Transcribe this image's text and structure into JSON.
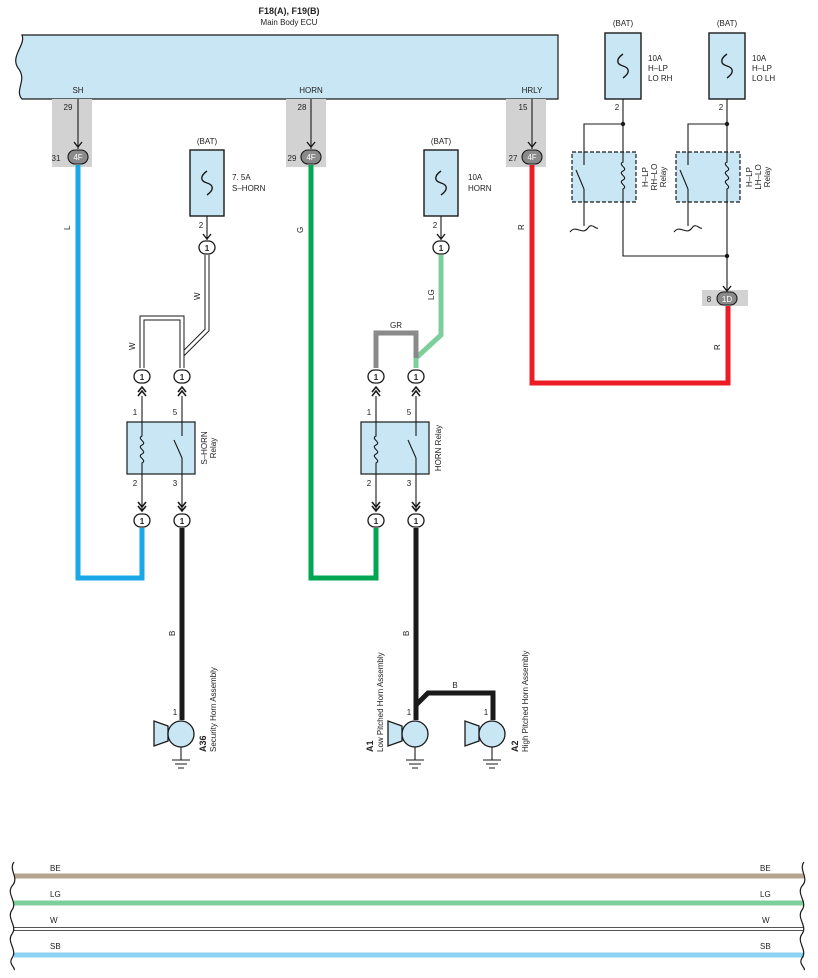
{
  "ecu": {
    "connector_title": "F18(A), F19(B)",
    "name": "Main Body ECU",
    "pins": [
      {
        "label": "SH",
        "pin": "29",
        "conn_pin": "31",
        "conn": "4F"
      },
      {
        "label": "HORN",
        "pin": "28",
        "conn_pin": "29",
        "conn": "4F"
      },
      {
        "label": "HRLY",
        "pin": "15",
        "conn_pin": "27",
        "conn": "4F"
      }
    ]
  },
  "fuses": {
    "bat_label": "(BAT)",
    "s_horn": {
      "rating": "7. 5A",
      "name": "S–HORN",
      "pin": "2",
      "conn": "1"
    },
    "horn": {
      "rating": "10A",
      "name": "HORN",
      "pin": "2",
      "conn": "1"
    },
    "hlp_rh": {
      "rating": "10A",
      "line1": "H–LP",
      "line2": "LO RH",
      "pin": "2"
    },
    "hlp_lh": {
      "rating": "10A",
      "line1": "H–LP",
      "line2": "LO LH",
      "pin": "2"
    }
  },
  "relays": {
    "rh_lo": {
      "line1": "H–LP",
      "line2": "RH–LO",
      "line3": "Relay"
    },
    "lh_lo": {
      "line1": "H–LP",
      "line2": "LH–LO",
      "line3": "Relay"
    },
    "s_horn": {
      "line1": "S–HORN",
      "line2": "Relay",
      "pins": [
        "1",
        "5",
        "2",
        "3"
      ]
    },
    "horn": {
      "name": "HORN Relay",
      "pins": [
        "1",
        "5",
        "2",
        "3"
      ]
    }
  },
  "junction": {
    "pin": "8",
    "conn": "1D"
  },
  "connector_one": "1",
  "wires": {
    "L": "L",
    "G": "G",
    "R": "R",
    "R2": "R",
    "W1": "W",
    "W2": "W",
    "LG": "LG",
    "GR": "GR",
    "B1": "B",
    "B2": "B",
    "B3": "B"
  },
  "horns": {
    "security": {
      "code": "A36",
      "name": "Security Horn Assembly",
      "pin": "1"
    },
    "low": {
      "code": "A1",
      "name": "Low Pitched Horn Assembly",
      "pin": "1"
    },
    "high": {
      "code": "A2",
      "name": "High Pitched Horn Assembly",
      "pin": "1"
    }
  },
  "legend": [
    {
      "code": "BE",
      "color": "#b5a48f"
    },
    {
      "code": "LG",
      "color": "#7ccf9a"
    },
    {
      "code": "W",
      "color": "#ffffff"
    },
    {
      "code": "SB",
      "color": "#8dd3f4"
    }
  ],
  "colors": {
    "L": "#1aa7e8",
    "G": "#00a651",
    "R": "#ed1c24",
    "LG": "#7ccf9a",
    "GR": "#8a8a8a",
    "B": "#1a1a1a"
  }
}
